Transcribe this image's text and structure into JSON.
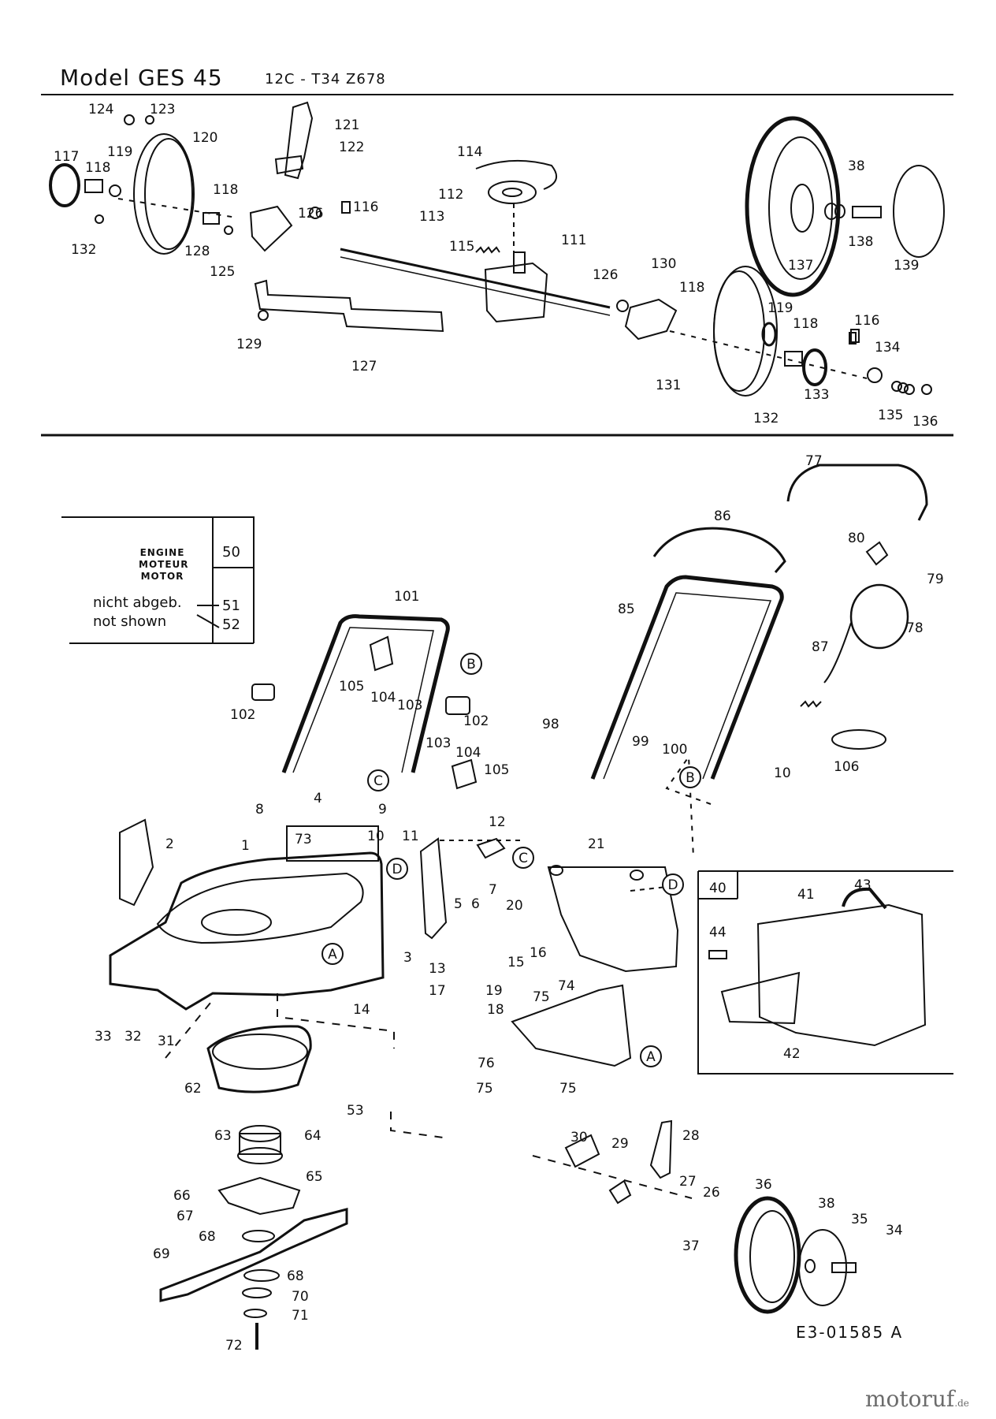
{
  "header": {
    "model_label": "Model  GES 45",
    "code": "12C - T34 Z678"
  },
  "legend": {
    "engine_lines": [
      "ENGINE",
      "MOTEUR",
      "MOTOR"
    ],
    "engine_number": "50",
    "not_shown_de": "nicht abgeb.",
    "not_shown_en": "not shown",
    "not_shown_de_number": "51",
    "not_shown_en_number": "52"
  },
  "footer": {
    "drawing_id": "E3-01585 A"
  },
  "watermark": {
    "brand": "motoruf",
    "tld": ".de"
  },
  "diagram": {
    "callouts_top": [
      {
        "id": "l124",
        "text": "124"
      },
      {
        "id": "l123",
        "text": "123"
      },
      {
        "id": "l121",
        "text": "121"
      },
      {
        "id": "l122",
        "text": "122"
      },
      {
        "id": "l120",
        "text": "120"
      },
      {
        "id": "l117",
        "text": "117"
      },
      {
        "id": "l118a",
        "text": "118"
      },
      {
        "id": "l119a",
        "text": "119"
      },
      {
        "id": "l118b",
        "text": "118"
      },
      {
        "id": "l132a",
        "text": "132"
      },
      {
        "id": "l128",
        "text": "128"
      },
      {
        "id": "l125",
        "text": "125"
      },
      {
        "id": "l126a",
        "text": "126"
      },
      {
        "id": "l116a",
        "text": "116"
      },
      {
        "id": "l114",
        "text": "114"
      },
      {
        "id": "l112",
        "text": "112"
      },
      {
        "id": "l113",
        "text": "113"
      },
      {
        "id": "l115",
        "text": "115"
      },
      {
        "id": "l111",
        "text": "111"
      },
      {
        "id": "l129",
        "text": "129"
      },
      {
        "id": "l127",
        "text": "127"
      },
      {
        "id": "l126b",
        "text": "126"
      },
      {
        "id": "l130",
        "text": "130"
      },
      {
        "id": "l118c",
        "text": "118"
      },
      {
        "id": "l119b",
        "text": "119"
      },
      {
        "id": "l118d",
        "text": "118"
      },
      {
        "id": "l116b",
        "text": "116"
      },
      {
        "id": "l134",
        "text": "134"
      },
      {
        "id": "l131",
        "text": "131"
      },
      {
        "id": "l132b",
        "text": "132"
      },
      {
        "id": "l133",
        "text": "133"
      },
      {
        "id": "l135",
        "text": "135"
      },
      {
        "id": "l136",
        "text": "136"
      },
      {
        "id": "l38a",
        "text": "38"
      },
      {
        "id": "l138",
        "text": "138"
      },
      {
        "id": "l137",
        "text": "137"
      },
      {
        "id": "l139",
        "text": "139"
      }
    ],
    "callouts_bottom": [
      {
        "id": "l77",
        "text": "77"
      },
      {
        "id": "l86",
        "text": "86"
      },
      {
        "id": "l80",
        "text": "80"
      },
      {
        "id": "l79",
        "text": "79"
      },
      {
        "id": "l78",
        "text": "78"
      },
      {
        "id": "l85",
        "text": "85"
      },
      {
        "id": "l87",
        "text": "87"
      },
      {
        "id": "l101",
        "text": "101"
      },
      {
        "id": "l105a",
        "text": "105"
      },
      {
        "id": "l104a",
        "text": "104"
      },
      {
        "id": "l103a",
        "text": "103"
      },
      {
        "id": "l102a",
        "text": "102"
      },
      {
        "id": "l102b",
        "text": "102"
      },
      {
        "id": "l103b",
        "text": "103"
      },
      {
        "id": "l104b",
        "text": "104"
      },
      {
        "id": "l105b",
        "text": "105"
      },
      {
        "id": "l98",
        "text": "98"
      },
      {
        "id": "l99",
        "text": "99"
      },
      {
        "id": "l100",
        "text": "100"
      },
      {
        "id": "l10a",
        "text": "10"
      },
      {
        "id": "l106",
        "text": "106"
      },
      {
        "id": "l8",
        "text": "8"
      },
      {
        "id": "l4",
        "text": "4"
      },
      {
        "id": "l9",
        "text": "9"
      },
      {
        "id": "l12",
        "text": "12"
      },
      {
        "id": "l2",
        "text": "2"
      },
      {
        "id": "l1",
        "text": "1"
      },
      {
        "id": "l73",
        "text": "73"
      },
      {
        "id": "l10b",
        "text": "10"
      },
      {
        "id": "l11",
        "text": "11"
      },
      {
        "id": "l7",
        "text": "7"
      },
      {
        "id": "l5",
        "text": "5"
      },
      {
        "id": "l6",
        "text": "6"
      },
      {
        "id": "l20",
        "text": "20"
      },
      {
        "id": "l21",
        "text": "21"
      },
      {
        "id": "l40",
        "text": "40"
      },
      {
        "id": "l41",
        "text": "41"
      },
      {
        "id": "l43",
        "text": "43"
      },
      {
        "id": "l44",
        "text": "44"
      },
      {
        "id": "l42",
        "text": "42"
      },
      {
        "id": "l3",
        "text": "3"
      },
      {
        "id": "l13",
        "text": "13"
      },
      {
        "id": "l15",
        "text": "15"
      },
      {
        "id": "l16",
        "text": "16"
      },
      {
        "id": "l17",
        "text": "17"
      },
      {
        "id": "l19",
        "text": "19"
      },
      {
        "id": "l18",
        "text": "18"
      },
      {
        "id": "l14",
        "text": "14"
      },
      {
        "id": "l74",
        "text": "74"
      },
      {
        "id": "l75a",
        "text": "75"
      },
      {
        "id": "l76",
        "text": "76"
      },
      {
        "id": "l75b",
        "text": "75"
      },
      {
        "id": "l75c",
        "text": "75"
      },
      {
        "id": "l33",
        "text": "33"
      },
      {
        "id": "l32",
        "text": "32"
      },
      {
        "id": "l31",
        "text": "31"
      },
      {
        "id": "l62",
        "text": "62"
      },
      {
        "id": "l53",
        "text": "53"
      },
      {
        "id": "l63",
        "text": "63"
      },
      {
        "id": "l64",
        "text": "64"
      },
      {
        "id": "l65",
        "text": "65"
      },
      {
        "id": "l66",
        "text": "66"
      },
      {
        "id": "l67",
        "text": "67"
      },
      {
        "id": "l68a",
        "text": "68"
      },
      {
        "id": "l69",
        "text": "69"
      },
      {
        "id": "l68b",
        "text": "68"
      },
      {
        "id": "l70",
        "text": "70"
      },
      {
        "id": "l71",
        "text": "71"
      },
      {
        "id": "l72",
        "text": "72"
      },
      {
        "id": "l30",
        "text": "30"
      },
      {
        "id": "l29",
        "text": "29"
      },
      {
        "id": "l28",
        "text": "28"
      },
      {
        "id": "l27",
        "text": "27"
      },
      {
        "id": "l26",
        "text": "26"
      },
      {
        "id": "l36",
        "text": "36"
      },
      {
        "id": "l38b",
        "text": "38"
      },
      {
        "id": "l35",
        "text": "35"
      },
      {
        "id": "l34",
        "text": "34"
      },
      {
        "id": "l37",
        "text": "37"
      }
    ],
    "circle_markers": [
      {
        "id": "mB1",
        "text": "B"
      },
      {
        "id": "mC1",
        "text": "C"
      },
      {
        "id": "mB2",
        "text": "B"
      },
      {
        "id": "mD1",
        "text": "D"
      },
      {
        "id": "mC2",
        "text": "C"
      },
      {
        "id": "mD2",
        "text": "D"
      },
      {
        "id": "mA1",
        "text": "A"
      },
      {
        "id": "mA2",
        "text": "A"
      }
    ]
  }
}
